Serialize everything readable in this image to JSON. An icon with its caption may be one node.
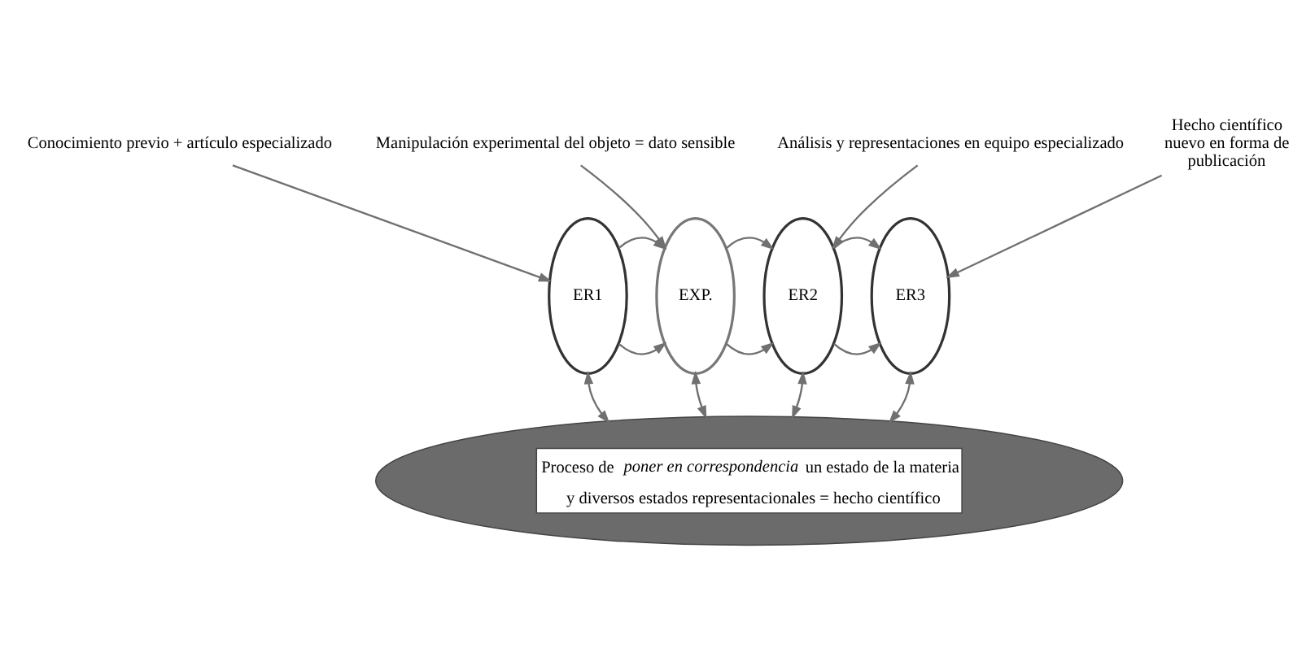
{
  "diagram": {
    "nodes": [
      {
        "text": [
          "Conocimiento previo + artículo especializado"
        ]
      },
      {
        "text": [
          "Manipulación experimental del objeto = dato sensible"
        ]
      },
      {
        "text": [
          "Análisis y representaciones en equipo especializado"
        ]
      },
      {
        "text": [
          "Hecho científico nuevo en forma de publicación"
        ]
      },
      {
        "text": [
          "ER1"
        ]
      },
      {
        "text": [
          "EXP."
        ]
      },
      {
        "text": [
          "ER2"
        ]
      },
      {
        "text": [
          "ER3"
        ]
      },
      {
        "text": [
          "Proceso de *poner en correspondencia* un estado de la materia y diversos estados representacionales = hecho científico"
        ]
      }
    ],
    "edges": [
      {
        "from": 0,
        "to": 4,
        "arrow": "to"
      },
      {
        "from": 1,
        "to": 5,
        "arrow": "to"
      },
      {
        "from": 2,
        "to": 6,
        "arrow": "to"
      },
      {
        "from": 3,
        "to": 7,
        "arrow": "to"
      },
      {
        "from": 4,
        "to": 5,
        "arrow": "to"
      },
      {
        "from": 4,
        "to": 5,
        "arrow": "to"
      },
      {
        "from": 5,
        "to": 6,
        "arrow": "to"
      },
      {
        "from": 5,
        "to": 6,
        "arrow": "to"
      },
      {
        "from": 6,
        "to": 7,
        "arrow": "to"
      },
      {
        "from": 6,
        "to": 7,
        "arrow": "to"
      },
      {
        "from": 8,
        "to": 4,
        "arrow": "both"
      },
      {
        "from": 8,
        "to": 5,
        "arrow": "both"
      },
      {
        "from": 8,
        "to": 6,
        "arrow": "both"
      },
      {
        "from": 8,
        "to": 7,
        "arrow": "both"
      }
    ]
  }
}
